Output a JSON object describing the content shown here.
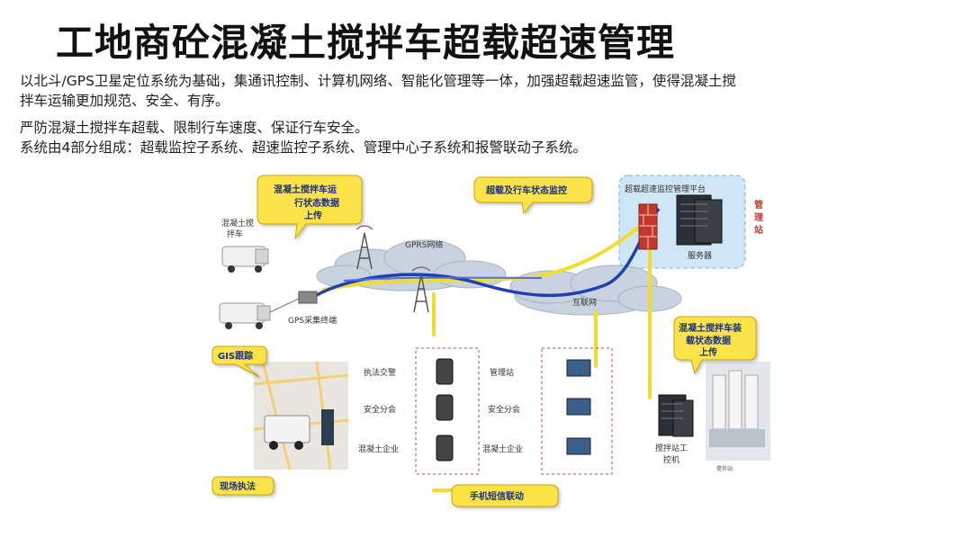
{
  "slide": {
    "title": "工地商砼混凝土搅拌车超载超速管理",
    "paragraphs": [
      "以北斗/GPS卫星定位系统为基础，集通讯控制、计算机网络、智能化管理等一体，加强超载超速监管，使得混凝土搅",
      "拌车运输更加规范、安全、有序。",
      "严防混凝土搅拌车超载、限制行车速度、保证行车安全。",
      "系统由4部分组成：超载监控子系统、超速监控子系统、管理中心子系统和报警联动子系统。"
    ]
  },
  "diagram": {
    "callout_upload": [
      "混凝土搅拌车运",
      "行状态数据",
      "上传"
    ],
    "truck_label": [
      "混凝土搅",
      "拌车"
    ],
    "gprs_net": "GPRS网络",
    "gps_terminal": "GPS采集终端",
    "callout_overload": "超载及行车状态监控",
    "platform": "超载超速监控管理平台",
    "mgmt_station": [
      "管",
      "理",
      "站"
    ],
    "server": "服务器",
    "internet": "互联网",
    "callout_plant_upload": [
      "混凝土搅拌车装",
      "载状态数据",
      "上传"
    ],
    "gis": "GIS跟踪",
    "phone_left": [
      "执法交警",
      "安全分会",
      "混凝土企业"
    ],
    "pc_left": [
      "管理站",
      "安全分会",
      "混凝土企业"
    ],
    "plant_pc": [
      "搅拌站工",
      "控机"
    ],
    "onsite": "现场执法",
    "sms": "手机短信联动",
    "plant_caption": "搅拌站"
  },
  "colors": {
    "callout_fill": "#fbe34a",
    "cloud": "#c9d3df",
    "blue_link": "#1f3fb3",
    "yellow_link": "#f2dc2c",
    "panel": "#cfe6f7"
  }
}
